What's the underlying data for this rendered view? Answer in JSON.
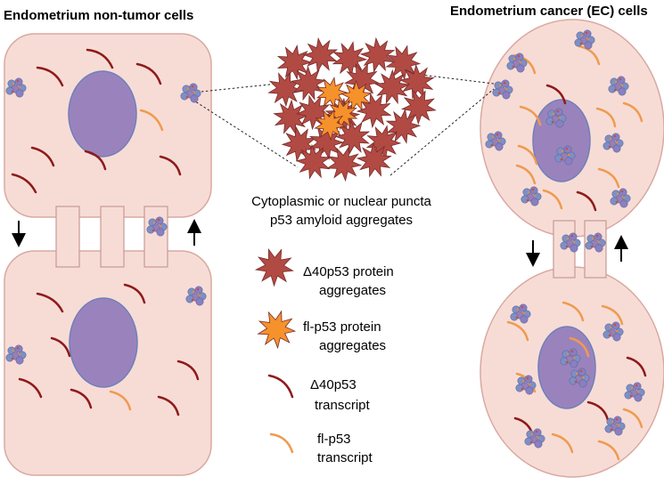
{
  "titles": {
    "left": "Endometrium non-tumor cells",
    "right": "Endometrium cancer (EC) cells"
  },
  "center_caption": {
    "line1": "Cytoplasmic or nuclear puncta",
    "line2": "p53 amyloid aggregates"
  },
  "legend": [
    {
      "id": "d40-protein",
      "line1": "Δ40p53 protein",
      "line2": "aggregates",
      "color": "#b24a44"
    },
    {
      "id": "fl-protein",
      "line1": "fl-p53 protein",
      "line2": "aggregates",
      "color": "#f6922b"
    },
    {
      "id": "d40-transcript",
      "line1": "Δ40p53",
      "line2": "transcript",
      "color": "#8e1a1a"
    },
    {
      "id": "fl-transcript",
      "line1": "fl-p53",
      "line2": "transcript",
      "color": "#ef9b4f"
    }
  ],
  "colors": {
    "cell_fill": "#f7dcd6",
    "nucleus_fill": "#9a83bd",
    "d40_star": "#b24a44",
    "fl_star": "#f6922b",
    "d40_transcript": "#8e1a1a",
    "fl_transcript": "#ef9b4f",
    "aggregate_blue": "#6d7fb6"
  }
}
